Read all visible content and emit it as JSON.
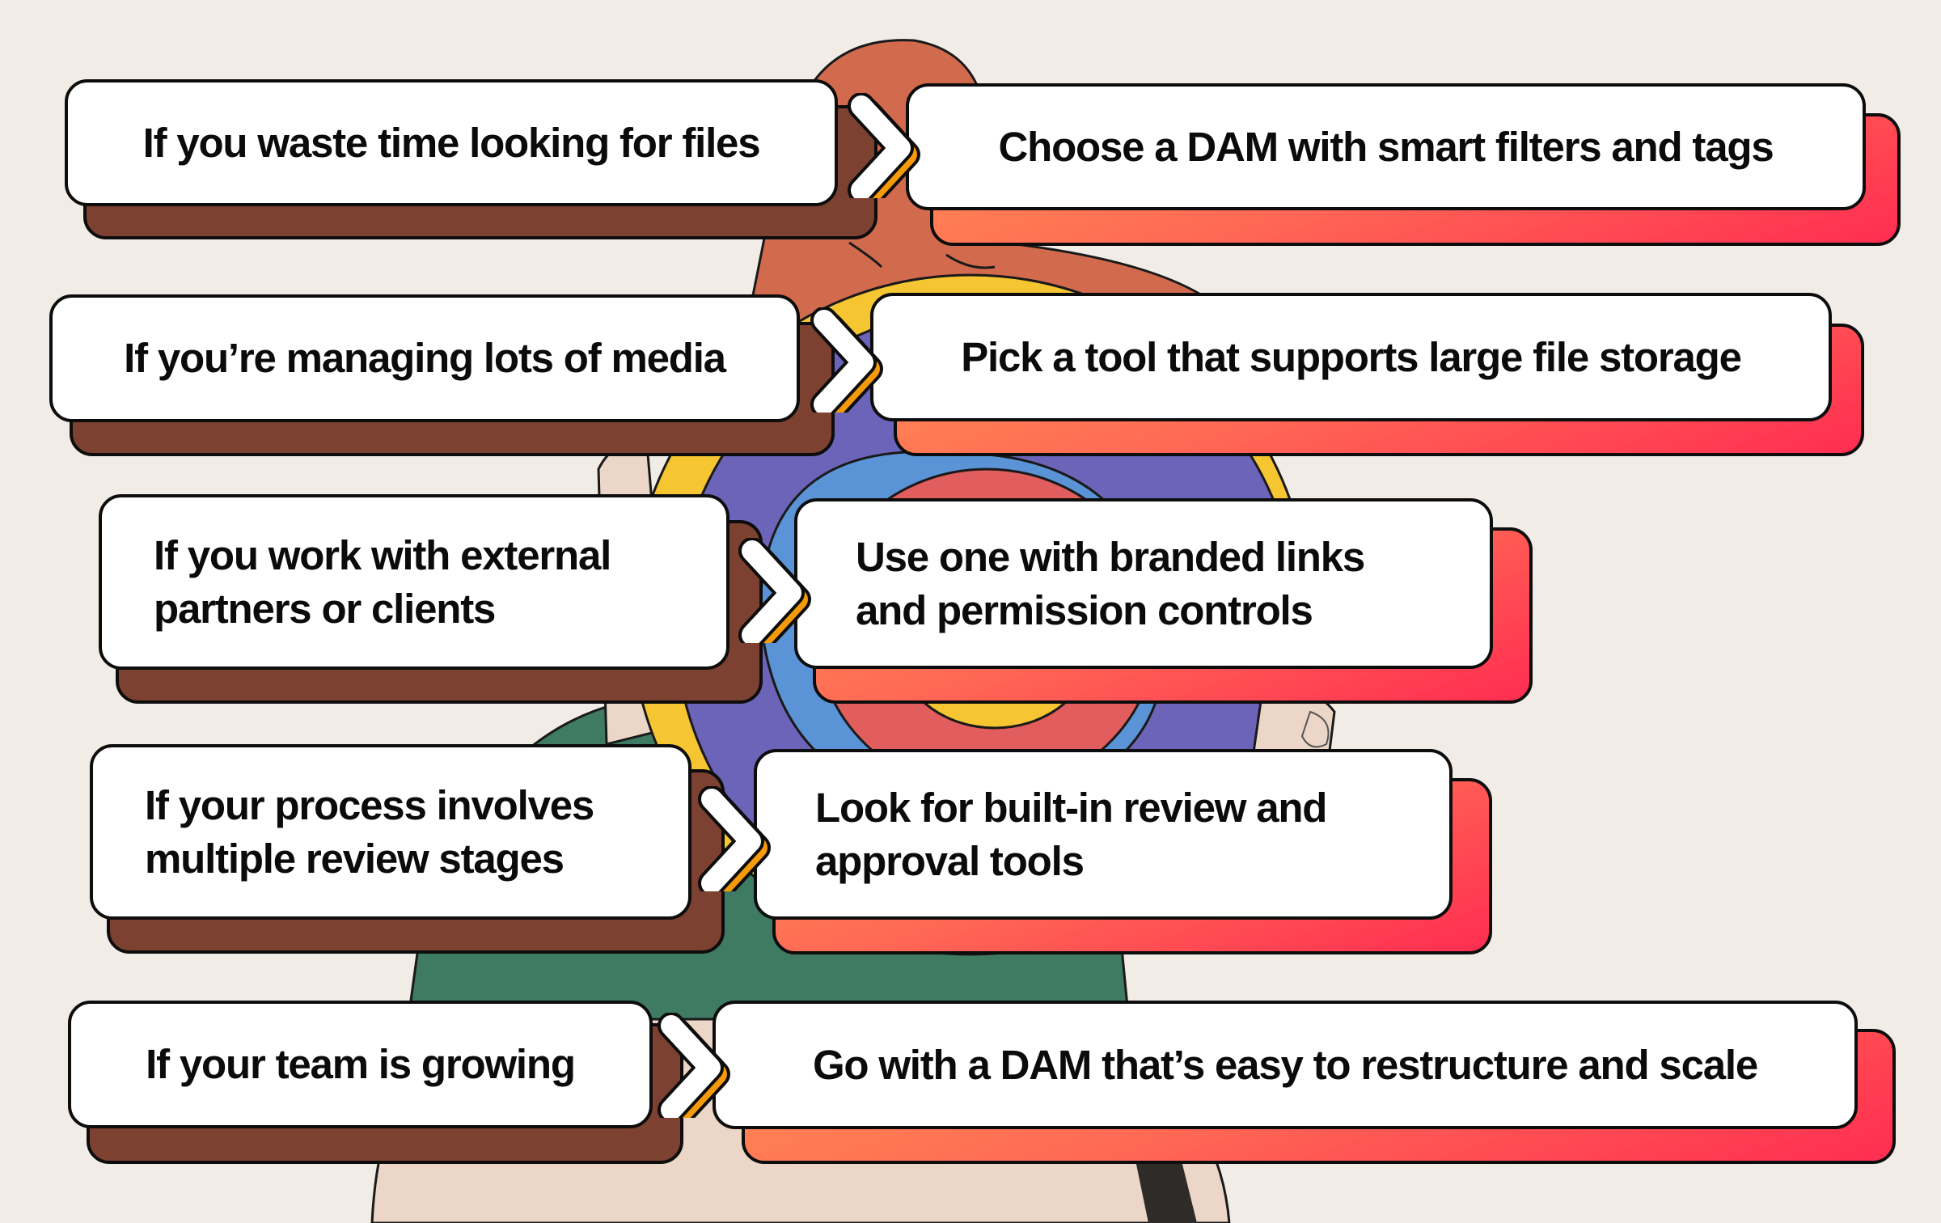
{
  "colors": {
    "background": "#F2ECE7",
    "condition_shadow": "#7C4130",
    "action_shadow_start": "#FF8E52",
    "action_shadow_end": "#FF2D51",
    "chevron_shadow": "#F59A0B",
    "card_fill": "#FFFFFF",
    "text": "#0B0B0B"
  },
  "illustration": {
    "subject": "person-holding-colorful-disc",
    "palette": [
      "#D26B4E",
      "#F6C532",
      "#6B64B8",
      "#5B94D6",
      "#E25D5D",
      "#3F7A63",
      "#EBD6C8",
      "#2E2B29"
    ]
  },
  "rows": [
    {
      "condition": "If you waste time looking for files",
      "arrow_icon": "chevron-right-icon",
      "action": "Choose a DAM with smart filters and tags"
    },
    {
      "condition": "If you’re managing lots of media",
      "arrow_icon": "chevron-right-icon",
      "action": "Pick a tool that supports large file storage"
    },
    {
      "condition": "If you work with external partners or clients",
      "arrow_icon": "chevron-right-icon",
      "action": "Use one with branded links and permission controls"
    },
    {
      "condition": "If your process involves multiple review stages",
      "arrow_icon": "chevron-right-icon",
      "action": "Look for built-in review and approval tools"
    },
    {
      "condition": "If your team is growing",
      "arrow_icon": "chevron-right-icon",
      "action": "Go with a DAM that’s easy to restructure and scale"
    }
  ]
}
